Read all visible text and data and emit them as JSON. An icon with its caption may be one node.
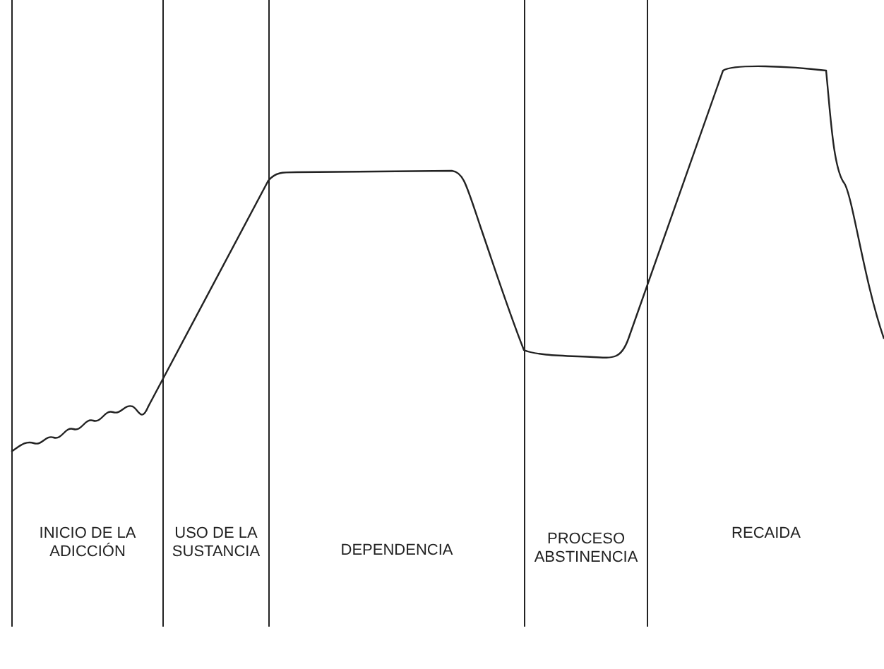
{
  "diagram": {
    "nodes": [
      {
        "text": [
          "INICIO DE LA ADICCIÓN"
        ]
      },
      {
        "text": [
          "USO DE LA SUSTANCIA"
        ]
      },
      {
        "text": [
          "DEPENDENCIA"
        ]
      },
      {
        "text": [
          "PROCESO ABSTINENCIA"
        ]
      },
      {
        "text": [
          "RECAIDA"
        ]
      }
    ]
  }
}
